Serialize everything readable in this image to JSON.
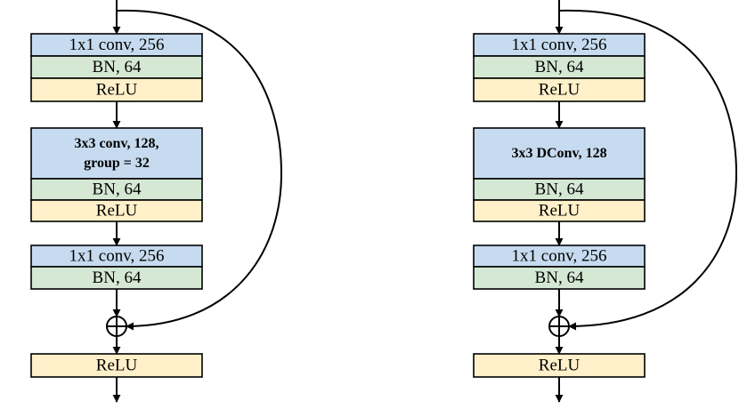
{
  "colors": {
    "conv": "#c6dbef",
    "bn": "#d5e8d4",
    "relu": "#fff0c9",
    "stroke": "#000000"
  },
  "blocks": [
    {
      "id": "left",
      "layers": [
        {
          "kind": "conv",
          "lines": [
            "1x1 conv, 256"
          ],
          "bold": false
        },
        {
          "kind": "bn",
          "lines": [
            "BN, 64"
          ],
          "bold": false
        },
        {
          "kind": "relu",
          "lines": [
            "ReLU"
          ],
          "bold": false
        },
        {
          "kind": "conv",
          "lines": [
            "3x3 conv, 128,",
            "group = 32"
          ],
          "bold": true
        },
        {
          "kind": "bn",
          "lines": [
            "BN, 64"
          ],
          "bold": false
        },
        {
          "kind": "relu",
          "lines": [
            "ReLU"
          ],
          "bold": false
        },
        {
          "kind": "conv",
          "lines": [
            "1x1 conv, 256"
          ],
          "bold": false
        },
        {
          "kind": "bn",
          "lines": [
            "BN, 64"
          ],
          "bold": false
        },
        {
          "kind": "relu",
          "lines": [
            "ReLU"
          ],
          "bold": false
        }
      ]
    },
    {
      "id": "right",
      "layers": [
        {
          "kind": "conv",
          "lines": [
            "1x1 conv, 256"
          ],
          "bold": false
        },
        {
          "kind": "bn",
          "lines": [
            "BN, 64"
          ],
          "bold": false
        },
        {
          "kind": "relu",
          "lines": [
            "ReLU"
          ],
          "bold": false
        },
        {
          "kind": "conv",
          "lines": [
            "3x3 DConv, 128"
          ],
          "bold": true
        },
        {
          "kind": "bn",
          "lines": [
            "BN, 64"
          ],
          "bold": false
        },
        {
          "kind": "relu",
          "lines": [
            "ReLU"
          ],
          "bold": false
        },
        {
          "kind": "conv",
          "lines": [
            "1x1 conv, 256"
          ],
          "bold": false
        },
        {
          "kind": "bn",
          "lines": [
            "BN, 64"
          ],
          "bold": false
        },
        {
          "kind": "relu",
          "lines": [
            "ReLU"
          ],
          "bold": false
        }
      ]
    }
  ]
}
